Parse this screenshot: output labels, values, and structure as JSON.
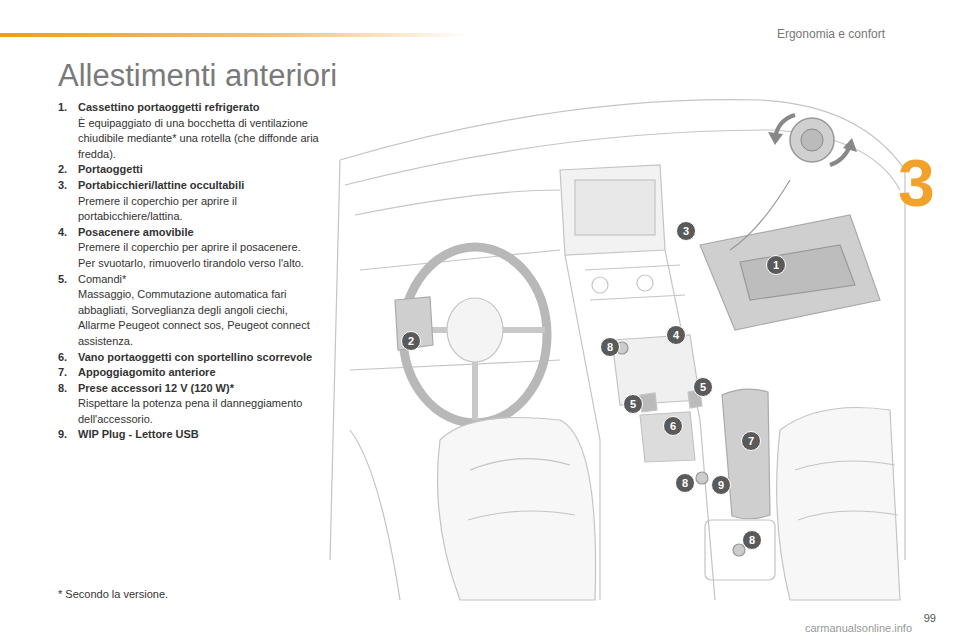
{
  "diagram": {
    "title": "Allestimenti anteriori",
    "labels": [
      "Ergonomia e confort",
      "3",
      "1.",
      "Cassettino portaoggetti refrigerato",
      "È equipaggiato di una bocchetta di ventilazione chiudibile mediante* una rotella (che diffonde aria fredda).",
      "2.",
      "Portaoggetti",
      "3.",
      "Portabicchieri/lattine occultabili",
      "Premere il coperchio per aprire il portabicchiere/lattina.",
      "4.",
      "Posacenere amovibile",
      "Premere il coperchio per aprire il posacenere.",
      "Per svuotarlo, rimuoverlo tirandolo verso l'alto.",
      "5.",
      "Comandi*",
      "Massaggio, Commutazione automatica fari abbagliati, Sorveglianza degli angoli ciechi, Allarme Peugeot connect sos, Peugeot connect assistenza.",
      "6.",
      "Vano portaoggetti con sportellino scorrevole",
      "7.",
      "Appoggiagomito anteriore",
      "8.",
      "Prese accessori 12 V (120 W)*",
      "Rispettare la potenza pena il danneggiamento dell'accessorio.",
      "9.",
      "WIP Plug - Lettore USB",
      "* Secondo la versione.",
      "3",
      "1",
      "2",
      "8",
      "4",
      "5",
      "5",
      "6",
      "7",
      "8",
      "9",
      "8",
      "99",
      "carmanualsonline.info"
    ]
  }
}
